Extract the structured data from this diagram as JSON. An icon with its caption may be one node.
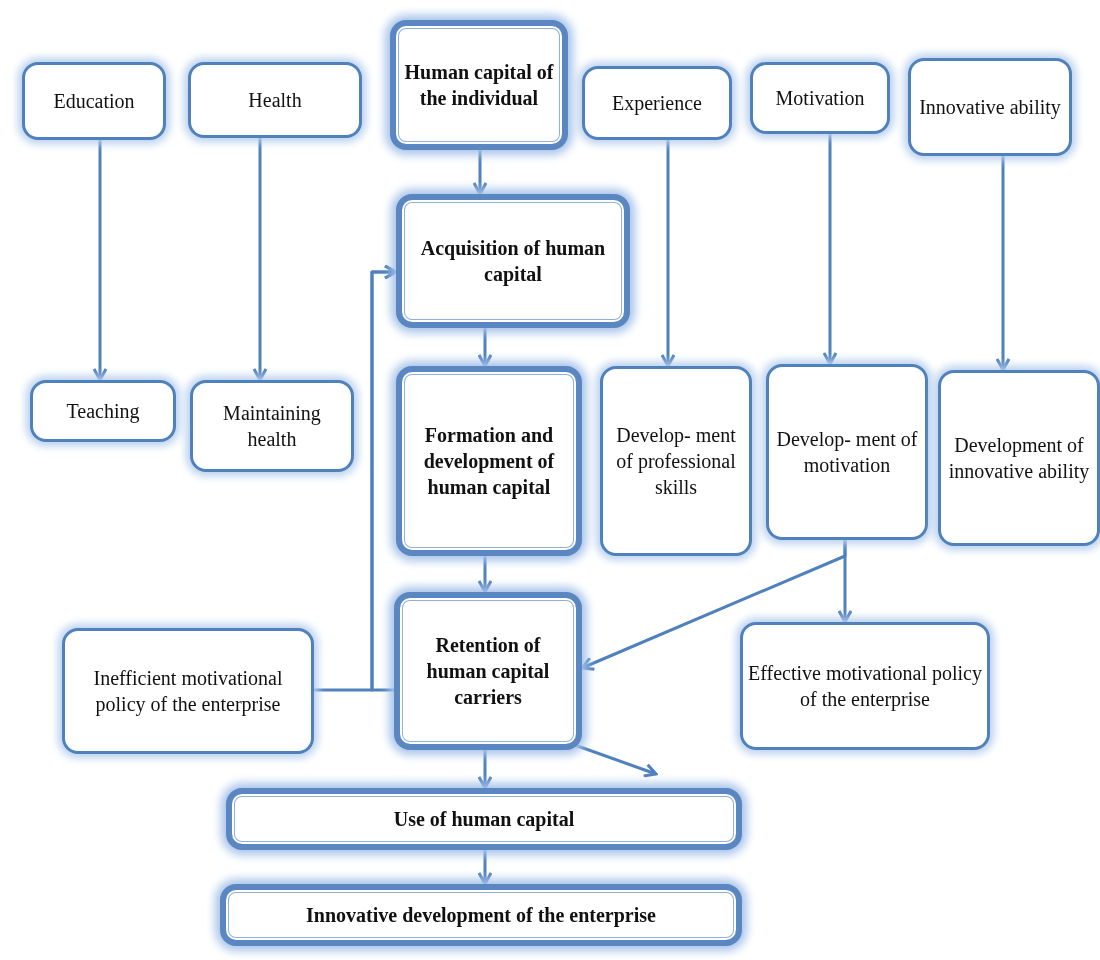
{
  "diagram": {
    "nodes": [
      {
        "text": [
          "Education"
        ]
      },
      {
        "text": [
          "Health"
        ]
      },
      {
        "text": [
          "Human capital of the individual"
        ]
      },
      {
        "text": [
          "Experience"
        ]
      },
      {
        "text": [
          "Motivation"
        ]
      },
      {
        "text": [
          "Innovative ability"
        ]
      },
      {
        "text": [
          "Acquisition of human capital"
        ]
      },
      {
        "text": [
          "Teaching"
        ]
      },
      {
        "text": [
          "Maintaining health"
        ]
      },
      {
        "text": [
          "Formation and development of human capital"
        ]
      },
      {
        "text": [
          "Develop- ment of professional skills"
        ]
      },
      {
        "text": [
          "Develop- ment of motivation"
        ]
      },
      {
        "text": [
          "Development of innovative ability"
        ]
      },
      {
        "text": [
          "Inefficient motivational policy of the enterprise"
        ]
      },
      {
        "text": [
          "Retention of human capital carriers"
        ]
      },
      {
        "text": [
          "Effective motivational policy of the enterprise"
        ]
      },
      {
        "text": [
          "Use of human capital"
        ]
      },
      {
        "text": [
          "Innovative development of the enterprise"
        ]
      }
    ],
    "edges": [
      {
        "from": 0,
        "to": 7,
        "arrow": "to"
      },
      {
        "from": 1,
        "to": 8,
        "arrow": "to"
      },
      {
        "from": 2,
        "to": 6,
        "arrow": "to"
      },
      {
        "from": 3,
        "to": 10,
        "arrow": "to"
      },
      {
        "from": 4,
        "to": 11,
        "arrow": "to"
      },
      {
        "from": 5,
        "to": 12,
        "arrow": "to"
      },
      {
        "from": 6,
        "to": 9,
        "arrow": "to"
      },
      {
        "from": 9,
        "to": 14,
        "arrow": "to"
      },
      {
        "from": 11,
        "to": 15,
        "arrow": "to"
      },
      {
        "from": 11,
        "to": 14,
        "arrow": "to"
      },
      {
        "from": 13,
        "to": 6,
        "arrow": "to"
      },
      {
        "from": 14,
        "to": 6,
        "arrow": "to"
      },
      {
        "from": 14,
        "to": 16,
        "arrow": "to"
      },
      {
        "from": 14,
        "to": 16,
        "arrow": "to"
      },
      {
        "from": 16,
        "to": 17,
        "arrow": "to"
      }
    ]
  }
}
